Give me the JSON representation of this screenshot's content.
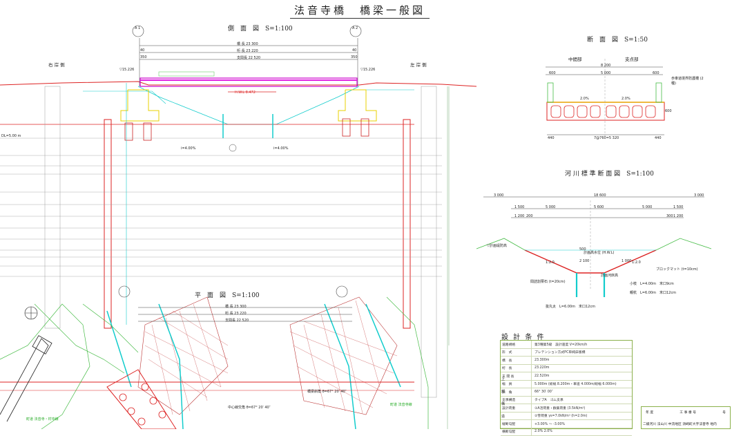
{
  "title": "法音寺橋　橋梁一般図",
  "side_view": {
    "title": "側　面　図　S=1:100",
    "bridge_length": "橋 長 23 300",
    "girder_length": "桁 長 23 220",
    "span_length": "支間長 22 520",
    "right_bank": "右 岸 側",
    "left_bank": "左 岸 側",
    "left_elev": "▽15.226",
    "right_elev": "▽15.226",
    "hwl": "H.W.L 8.472",
    "abutment_a1": "A 1",
    "abutment_a2": "A 2",
    "dim_40_left": "40",
    "dim_40_right": "40",
    "dim_350_left": "350",
    "dim_350_right": "350",
    "grade_left": "i=4.00%",
    "grade_right": "i=4.00%",
    "scale_left_label": "DL=5.00 m"
  },
  "plan_view": {
    "title": "平　面　図　S=1:100",
    "bridge_length": "橋 長 23 300",
    "girder_length": "桁 長 23 220",
    "span_length": "支間長 22 520",
    "skew_label": "中心線交角 θ=67° 20′ 40″",
    "skew_label2": "橋梁斜角 θ=67° 20′ 40″",
    "road_label": "町道 法音寺・村中線",
    "road_label2": "町道 法音寺線"
  },
  "section_view": {
    "title": "断　面　図　S=1:50",
    "mid_label": "中間部",
    "support_label": "支点部",
    "width_total": "8 200",
    "width_inner": "5 000",
    "width_left": "600",
    "width_right": "600",
    "slope_left": "2.0%",
    "slope_right": "2.0%",
    "bottom_dim": "7@760=5 320",
    "bottom_left": "440",
    "bottom_right": "440",
    "height": "600",
    "railing_note": "歩車道境界防護柵 (2種)"
  },
  "river_section": {
    "title": "河 川 標 準 断 面 図　S=1:100",
    "total": "18 600",
    "side_left": "3 000",
    "side_right": "3 000",
    "d1": "1 500",
    "d2": "5 000",
    "d3": "5 600",
    "d4": "5 000",
    "d5": "1 500",
    "d6": "1 200",
    "d7": "1 200",
    "d8": "200",
    "d9": "300",
    "plan_dike": "▽計画堤防高",
    "plan_hwl": "計画高水位 (H.W.L)",
    "plan_bed": "計画河床高",
    "block_mat": "ブロックマット (t=10cm)",
    "riprap": "間詰割栗石 (t=20cm)",
    "sheet_pile": "小枝　L=4.00m　末口9cm",
    "pile2": "親杭　L=6.00m　末口12cm",
    "pile3": "抜丸太　L=6.00m　末口12cm",
    "slope_l": "1:2.0",
    "slope_r": "1:2.0",
    "h1": "2 100",
    "h2": "500",
    "h3": "1 000"
  },
  "design_conditions": {
    "title": "設 計 条 件",
    "rows": [
      {
        "k": "道路規格",
        "v": "第3種第5級　設計速度 V=20km/h"
      },
      {
        "k": "形　式",
        "v": "プレテンション方式PC単純床版橋"
      },
      {
        "k": "橋　長",
        "v": "23.300m"
      },
      {
        "k": "桁　長",
        "v": "23.220m"
      },
      {
        "k": "支 間 長",
        "v": "22.520m"
      },
      {
        "k": "幅　員",
        "v": "5.000m (総幅 8.200m・車道 4.000m/総幅 6.000m)"
      },
      {
        "k": "斜　角",
        "v": "66° 30′ 00″"
      },
      {
        "k": "支承構造",
        "v": "タイプA　ゴム支承"
      },
      {
        "k": "設計荷重",
        "v": "①A活荷重・群集荷重 (3.5kN/m²)"
      },
      {
        "k": "",
        "v": "②雪荷重 γs=7.0kN/m³ (h=2.0m)"
      },
      {
        "k": "縦断勾配",
        "v": "+3.00% ～ -3.00%"
      },
      {
        "k": "横断勾配",
        "v": "2.0% 2.0%"
      }
    ],
    "side_label": "上部構造"
  },
  "stamp": {
    "year_label": "年 度",
    "work_label": "工 事 番 号",
    "page": "号",
    "project": "二級河川 法山川 中流地区 須崎町大字法音寺 地内"
  }
}
